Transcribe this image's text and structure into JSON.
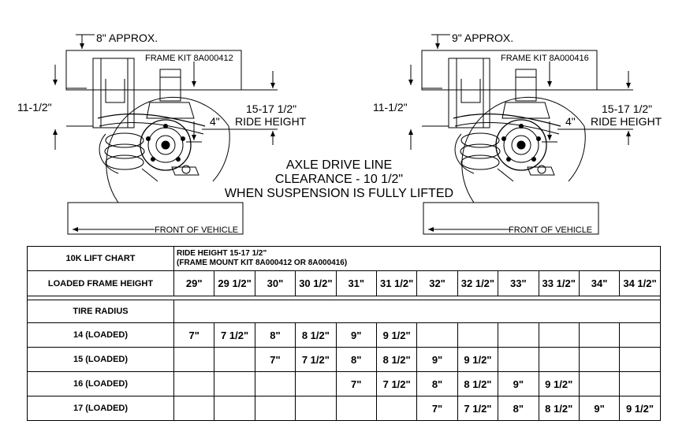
{
  "drawings": {
    "left": {
      "approx": "8\" APPROX.",
      "frame_kit": "FRAME KIT 8A000412",
      "side_height": "11-1/2\"",
      "ride_height_1": "15-17 1/2\"",
      "ride_height_2": "RIDE HEIGHT",
      "offset": "4\"",
      "front": "FRONT OF VEHICLE"
    },
    "right": {
      "approx": "9\" APPROX.",
      "frame_kit": "FRAME KIT 8A000416",
      "side_height": "11-1/2\"",
      "ride_height_1": "15-17 1/2\"",
      "ride_height_2": "RIDE HEIGHT",
      "offset": "4\"",
      "front": "FRONT OF VEHICLE"
    },
    "note": {
      "line1": "AXLE DRIVE LINE",
      "line2": "CLEARANCE - 10 1/2\"",
      "line3": "WHEN SUSPENSION IS FULLY LIFTED"
    }
  },
  "lift_chart": {
    "title": "10K LIFT CHART",
    "spec_line1": "RIDE HEIGHT 15-17 1/2\"",
    "spec_line2": "(FRAME MOUNT KIT 8A000412 OR 8A000416)",
    "header_label": "LOADED FRAME HEIGHT",
    "frame_heights": [
      "29\"",
      "29 1/2\"",
      "30\"",
      "30 1/2\"",
      "31\"",
      "31 1/2\"",
      "32\"",
      "32 1/2\"",
      "33\"",
      "33 1/2\"",
      "34\"",
      "34 1/2\""
    ],
    "tire_radius_label": "TIRE RADIUS",
    "rows": [
      {
        "label": "14 (LOADED)",
        "cells": [
          "7\"",
          "7 1/2\"",
          "8\"",
          "8 1/2\"",
          "9\"",
          "9 1/2\"",
          "",
          "",
          "",
          "",
          "",
          ""
        ]
      },
      {
        "label": "15 (LOADED)",
        "cells": [
          "",
          "",
          "7\"",
          "7 1/2\"",
          "8\"",
          "8 1/2\"",
          "9\"",
          "9 1/2\"",
          "",
          "",
          "",
          ""
        ]
      },
      {
        "label": "16 (LOADED)",
        "cells": [
          "",
          "",
          "",
          "",
          "7\"",
          "7 1/2\"",
          "8\"",
          "8 1/2\"",
          "9\"",
          "9 1/2\"",
          "",
          ""
        ]
      },
      {
        "label": "17 (LOADED)",
        "cells": [
          "",
          "",
          "",
          "",
          "",
          "",
          "7\"",
          "7 1/2\"",
          "8\"",
          "8 1/2\"",
          "9\"",
          "9 1/2\""
        ]
      }
    ]
  }
}
